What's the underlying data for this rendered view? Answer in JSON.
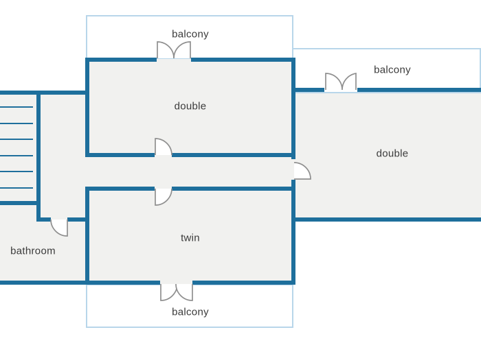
{
  "floorplan": {
    "labels": {
      "balcony_top": "balcony",
      "balcony_right": "balcony",
      "balcony_bottom": "balcony",
      "room_double_top": "double",
      "room_double_right": "double",
      "room_twin": "twin",
      "room_bathroom": "bathroom"
    },
    "colors": {
      "wall": "#1e6f9c",
      "balcony_border": "#b8d6ea",
      "floor_fill": "#f1f1ef",
      "door_stroke": "#8f8f8f",
      "label_text": "#3a3a3a",
      "background": "#ffffff"
    }
  }
}
